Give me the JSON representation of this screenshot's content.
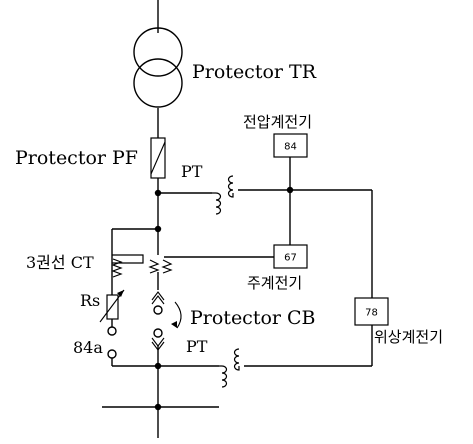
{
  "labels": {
    "protector_tr": "Protector  TR",
    "protector_pf": "Protector  PF",
    "pt_upper": "PT",
    "pt_lower": "PT",
    "voltage_relay": "전압계전기",
    "main_relay": "주계전기",
    "phase_relay": "위상계전기",
    "ct": "3권선  CT",
    "rs": "Rs",
    "aux_84a": "84a",
    "protector_cb": "Protector  CB"
  },
  "relay_boxes": {
    "voltage": "84",
    "main": "67",
    "phase": "78"
  }
}
